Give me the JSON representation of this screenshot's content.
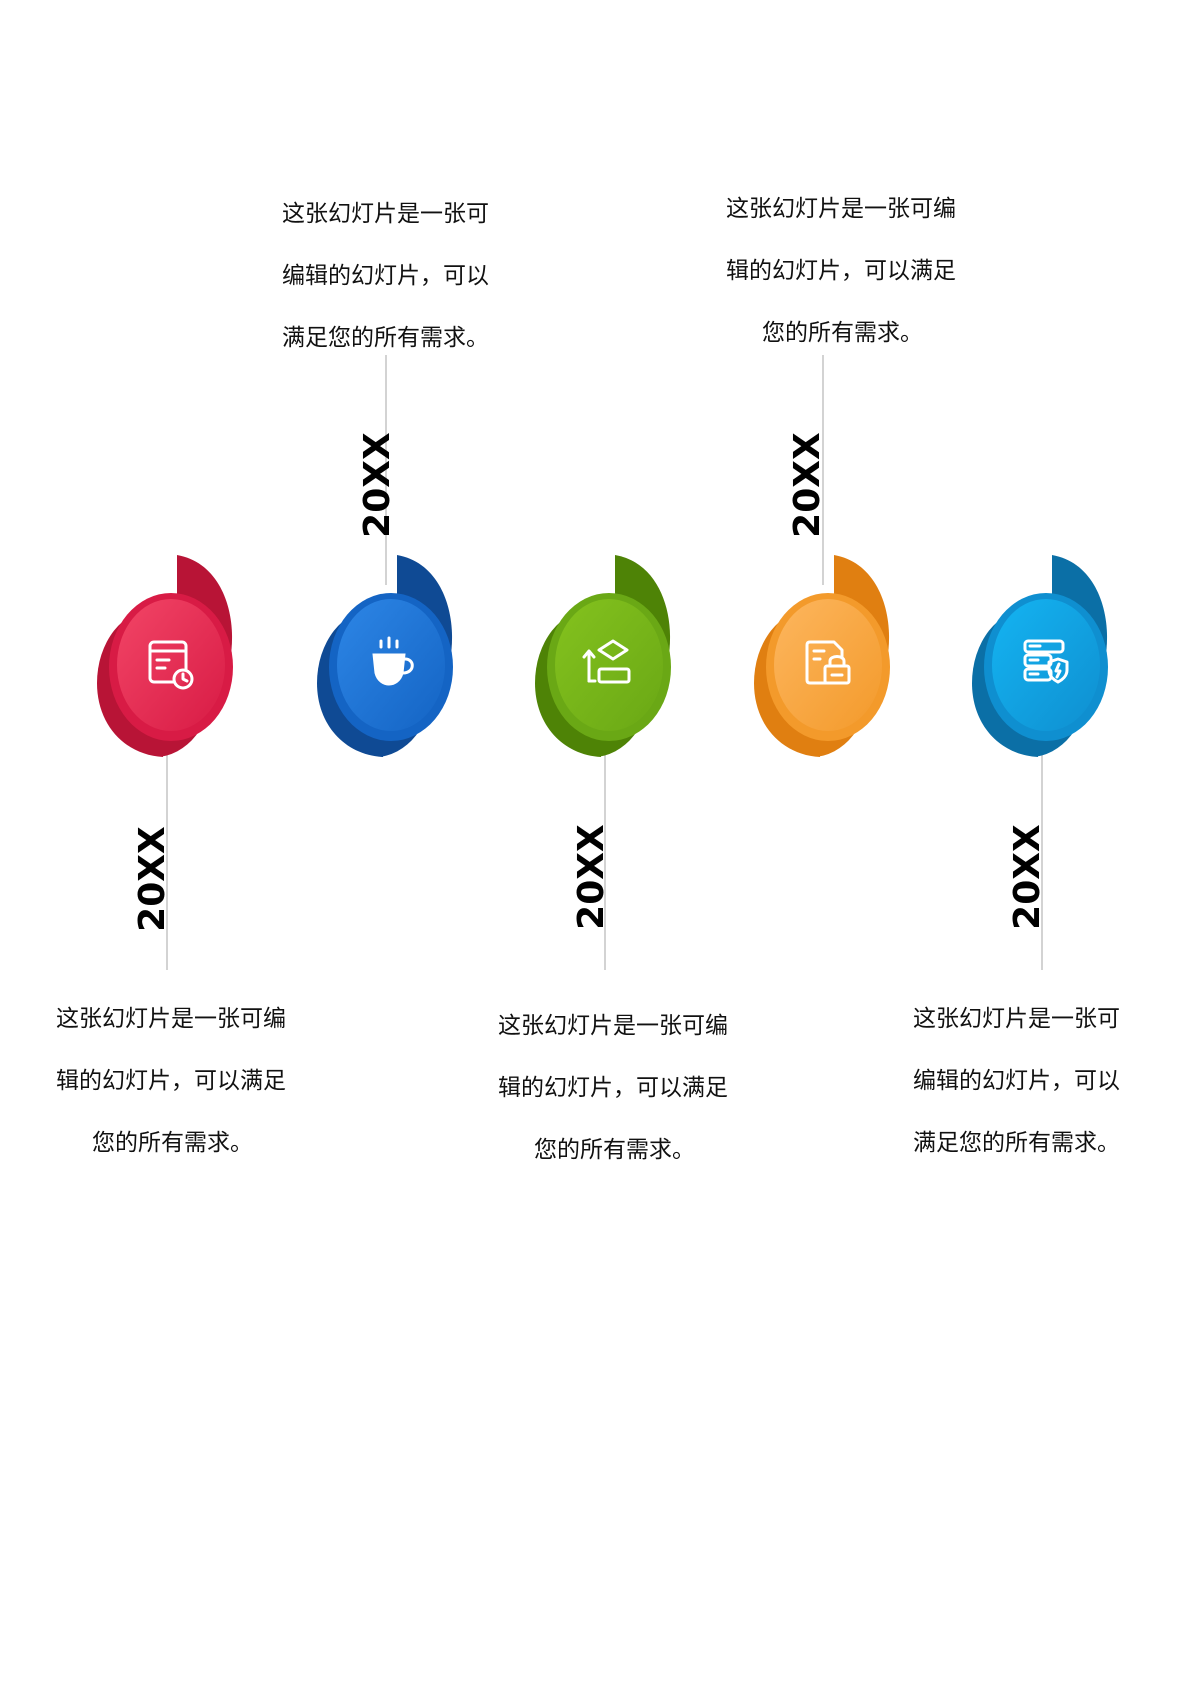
{
  "timeline": {
    "items": [
      {
        "year": "20XX",
        "icon": "calendar-clock-icon",
        "colors": {
          "dark": "#b81436",
          "mid": "#d81b45",
          "light": "#f24566"
        },
        "desc": [
          "这张幻灯片是一张可编",
          "辑的幻灯片，可以满足",
          "您的所有需求。"
        ]
      },
      {
        "year": "20XX",
        "icon": "coffee-cup-icon",
        "colors": {
          "dark": "#0f4a94",
          "mid": "#1464c4",
          "light": "#2d86e6"
        },
        "desc": [
          "这张幻灯片是一张可",
          "编辑的幻灯片，可以",
          "满足您的所有需求。"
        ]
      },
      {
        "year": "20XX",
        "icon": "upload-stack-icon",
        "colors": {
          "dark": "#4e8306",
          "mid": "#6aa815",
          "light": "#84c21e"
        },
        "desc": [
          "这张幻灯片是一张可编",
          "辑的幻灯片，可以满足",
          "您的所有需求。"
        ]
      },
      {
        "year": "20XX",
        "icon": "document-lock-icon",
        "colors": {
          "dark": "#e07f11",
          "mid": "#f39a2b",
          "light": "#fdb65e"
        },
        "desc": [
          "这张幻灯片是一张可编",
          "辑的幻灯片，可以满足",
          "您的所有需求。"
        ]
      },
      {
        "year": "20XX",
        "icon": "server-shield-icon",
        "colors": {
          "dark": "#0b6fa6",
          "mid": "#0f8fd0",
          "light": "#14b4f2"
        },
        "desc": [
          "这张幻灯片是一张可",
          "编辑的幻灯片，可以",
          "满足您的所有需求。"
        ]
      }
    ]
  }
}
